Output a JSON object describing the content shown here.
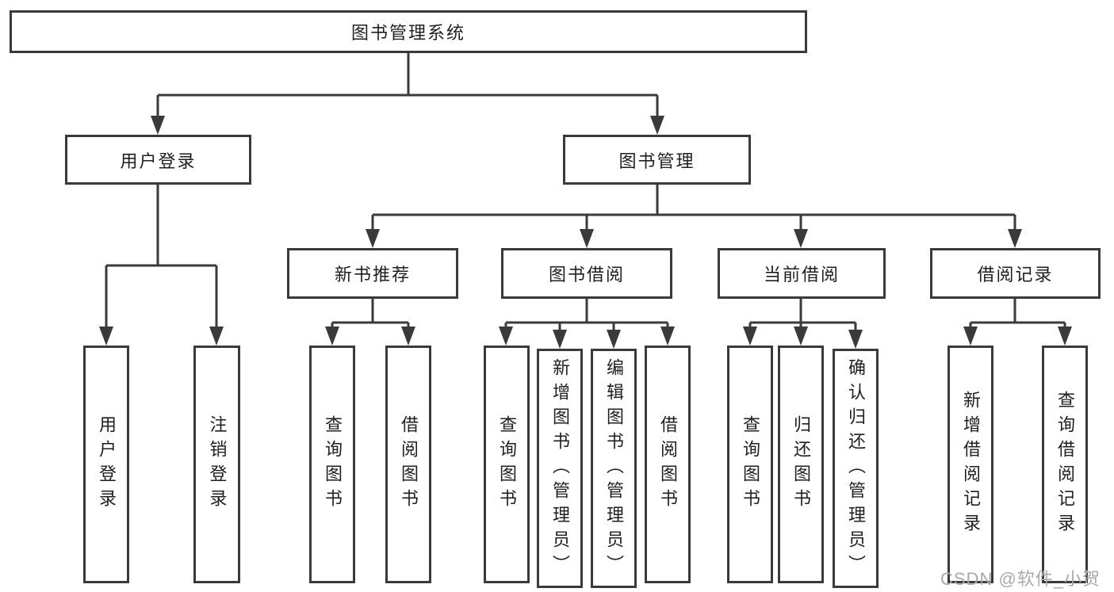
{
  "tree": {
    "label": "图书管理系统",
    "children": [
      {
        "label": "用户登录",
        "children": [
          {
            "label": "用户登录"
          },
          {
            "label": "注销登录"
          }
        ]
      },
      {
        "label": "图书管理",
        "children": [
          {
            "label": "新书推荐",
            "children": [
              {
                "label": "查询图书"
              },
              {
                "label": "借阅图书"
              }
            ]
          },
          {
            "label": "图书借阅",
            "children": [
              {
                "label": "查询图书"
              },
              {
                "label": "新增图书（管理员）"
              },
              {
                "label": "编辑图书（管理员）"
              },
              {
                "label": "借阅图书"
              }
            ]
          },
          {
            "label": "当前借阅",
            "children": [
              {
                "label": "查询图书"
              },
              {
                "label": "归还图书"
              },
              {
                "label": "确认归还（管理员）"
              }
            ]
          },
          {
            "label": "借阅记录",
            "children": [
              {
                "label": "新增借阅记录"
              },
              {
                "label": "查询借阅记录"
              }
            ]
          }
        ]
      }
    ]
  },
  "watermark": "CSDN @软件_小贺同学",
  "colors": {
    "line": "#3a3a3a",
    "box_border": "#3a3a3a",
    "text": "#1f1f1f",
    "watermark": "#a9a9a9",
    "background": "#ffffff"
  }
}
